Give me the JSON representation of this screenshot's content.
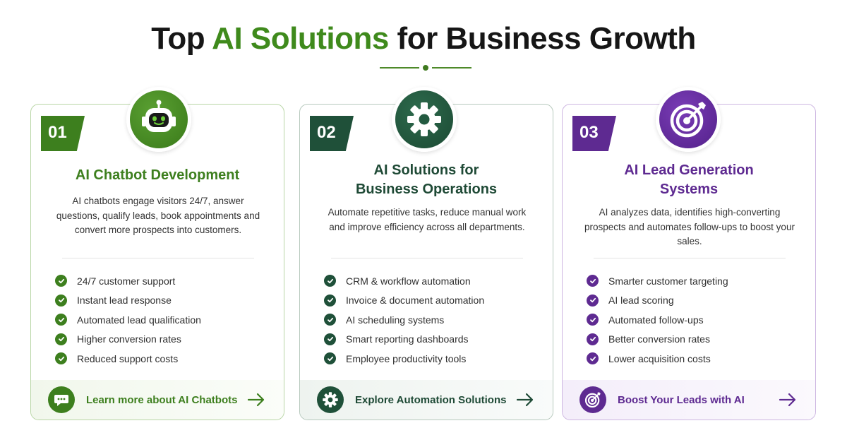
{
  "header": {
    "title_pre": "Top ",
    "title_highlight": "AI Solutions",
    "title_post": " for Business Growth"
  },
  "colors": {
    "green": "#3d7f1e",
    "dark_green": "#1f5039",
    "purple": "#5e2a91"
  },
  "cards": [
    {
      "number": "01",
      "icon": "robot-icon",
      "title_line1": "AI Chatbot Development",
      "title_line2": "",
      "description": "AI chatbots engage visitors 24/7, answer questions, qualify leads, book appointments and convert more prospects into customers.",
      "features": [
        "24/7 customer support",
        "Instant lead response",
        "Automated lead qualification",
        "Higher conversion rates",
        "Reduced support costs"
      ],
      "cta_icon": "chat-bubble-icon",
      "cta_label": "Learn more about AI Chatbots"
    },
    {
      "number": "02",
      "icon": "gear-icon",
      "title_line1": "AI Solutions for",
      "title_line2": "Business Operations",
      "description": "Automate repetitive tasks, reduce manual work and improve efficiency across all departments.",
      "features": [
        "CRM & workflow automation",
        "Invoice & document automation",
        "AI scheduling systems",
        "Smart reporting dashboards",
        "Employee productivity tools"
      ],
      "cta_icon": "gear-icon",
      "cta_label": "Explore Automation Solutions"
    },
    {
      "number": "03",
      "icon": "target-icon",
      "title_line1": "AI Lead Generation",
      "title_line2": "Systems",
      "description": "AI analyzes data, identifies high-converting prospects and automates follow-ups to boost your sales.",
      "features": [
        "Smarter customer targeting",
        "AI lead scoring",
        "Automated follow-ups",
        "Better conversion rates",
        "Lower acquisition costs"
      ],
      "cta_icon": "target-icon",
      "cta_label": "Boost Your Leads with AI"
    }
  ]
}
